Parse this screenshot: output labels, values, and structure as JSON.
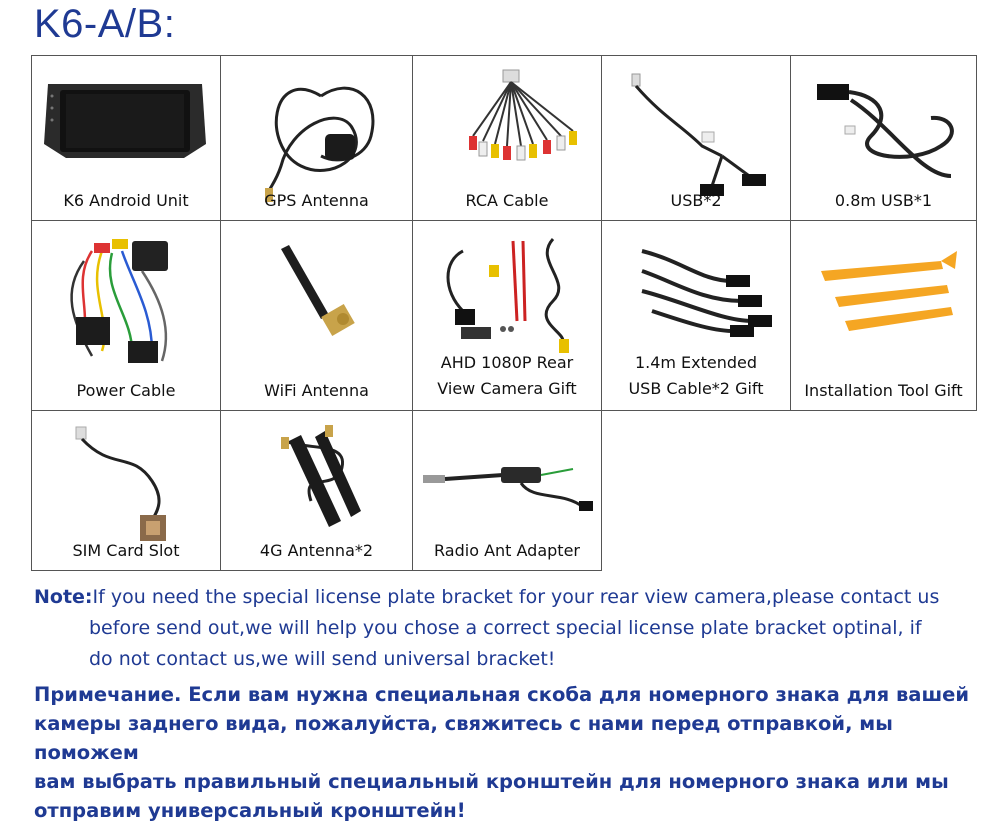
{
  "title": "K6-A/B:",
  "items": [
    {
      "label": "K6 Android Unit",
      "icon": "android-unit-icon"
    },
    {
      "label": "GPS Antenna",
      "icon": "gps-antenna-icon"
    },
    {
      "label": "RCA Cable",
      "icon": "rca-cable-icon"
    },
    {
      "label": "USB*2",
      "icon": "usb-cable-icon"
    },
    {
      "label": "0.8m USB*1",
      "icon": "usb-cable-short-icon"
    },
    {
      "label": "Power Cable",
      "icon": "power-cable-icon"
    },
    {
      "label": "WiFi Antenna",
      "icon": "wifi-antenna-icon"
    },
    {
      "label_line1": "AHD 1080P Rear",
      "label_line2": "View Camera Gift",
      "icon": "rear-camera-icon"
    },
    {
      "label_line1": "1.4m Extended",
      "label_line2": "USB Cable*2 Gift",
      "icon": "extended-usb-cable-icon"
    },
    {
      "label": "Installation Tool Gift",
      "icon": "pry-tool-icon"
    },
    {
      "label": "SIM Card Slot",
      "icon": "sim-slot-cable-icon"
    },
    {
      "label": "4G Antenna*2",
      "icon": "4g-antenna-icon"
    },
    {
      "label": "Radio Ant Adapter",
      "icon": "radio-adapter-icon"
    }
  ],
  "note": {
    "label": "Note:",
    "line1": "If you need the special license plate bracket for your rear view camera,please contact us",
    "line2": "before send out,we will help you chose a correct special license plate bracket optinal, if",
    "line3": "do not contact us,we will send universal bracket!"
  },
  "russian_note": {
    "line1": "Примечание. Если вам нужна специальная скоба для номерного знака для вашей",
    "line2": "камеры заднего вида, пожалуйста, свяжитесь с нами перед отправкой, мы поможем",
    "line3": "вам выбрать правильный специальный кронштейн для номерного знака или мы",
    "line4": "отправим универсальный кронштейн!"
  },
  "colors": {
    "title": "#1f3a93",
    "note_text": "#1f3a93",
    "tool_orange": "#f5a623",
    "grid_border": "#555555"
  }
}
